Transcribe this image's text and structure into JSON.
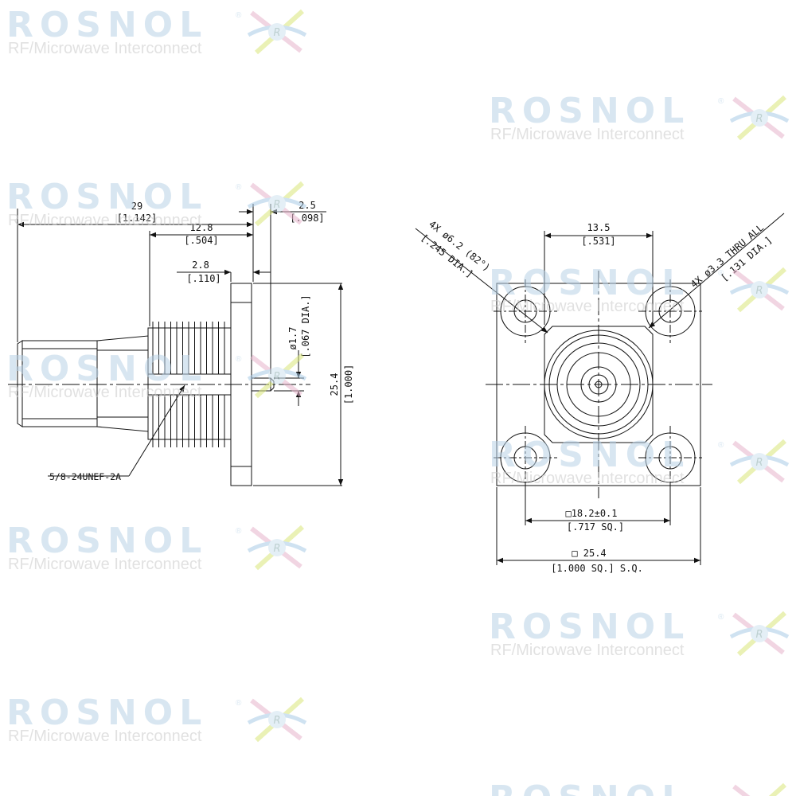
{
  "watermark": {
    "brand": "ROSNOL",
    "registered": "®",
    "tagline": "RF/Microwave Interconnect",
    "logo_letter": "R"
  },
  "colors": {
    "line": "#111111",
    "brand": "#b9d3e6",
    "tagline": "#c9c9c9"
  },
  "side_view": {
    "dim_29": "29",
    "dim_29_in": "[1.142]",
    "dim_2_5": "2.5",
    "dim_2_5_in": "[.098]",
    "dim_12_8": "12.8",
    "dim_12_8_in": "[.504]",
    "dim_2_8": "2.8",
    "dim_2_8_in": "[.110]",
    "dim_pin": "ø1.7",
    "dim_pin_in": "[.067 DIA.]",
    "dim_25_4": "25.4",
    "dim_25_4_in": "[1.000]",
    "thread": "5/8-24UNEF-2A"
  },
  "front_view": {
    "dim_13_5": "13.5",
    "dim_13_5_in": "[.531]",
    "csk_note": "4X ø6.2 (82°)",
    "csk_note_in": "[.245 DIA.]",
    "hole_note": "4X ø3.3 THRU ALL",
    "hole_note_in": "[.131 DIA.]",
    "sq_18_2": "□18.2±0.1",
    "sq_18_2_in": "[.717 SQ.]",
    "sq_25_4": "□ 25.4",
    "sq_25_4_in": "[1.000 SQ.] S.Q."
  }
}
